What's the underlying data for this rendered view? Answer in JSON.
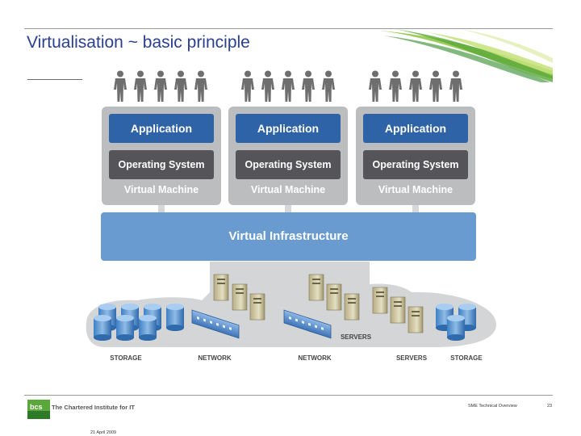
{
  "slide": {
    "title": "Virtualisation ~ basic principle"
  },
  "diagram": {
    "user_groups": [
      {
        "count": 5
      },
      {
        "count": 5
      },
      {
        "count": 5
      }
    ],
    "vms": [
      {
        "application": "Application",
        "os": "Operating System",
        "label": "Virtual Machine"
      },
      {
        "application": "Application",
        "os": "Operating System",
        "label": "Virtual Machine"
      },
      {
        "application": "Application",
        "os": "Operating System",
        "label": "Virtual Machine"
      }
    ],
    "infrastructure_label": "Virtual Infrastructure",
    "hardware_labels": {
      "storage_left": "STORAGE",
      "network_left": "NETWORK",
      "network_center": "NETWORK",
      "servers_center": "SERVERS",
      "servers_right": "SERVERS",
      "storage_right": "STORAGE"
    }
  },
  "footer": {
    "org_name": "The Chartered Institute for IT",
    "presentation_title": "SME Technical Overview",
    "page_number": "23",
    "date": "21 April 2009"
  },
  "colors": {
    "title": "#2a3f8f",
    "application": "#2e64a7",
    "operating_system": "#555559",
    "vm_frame": "#bcbdbf",
    "infrastructure": "#6a9bd0",
    "accent_green": "#5aa83a"
  }
}
